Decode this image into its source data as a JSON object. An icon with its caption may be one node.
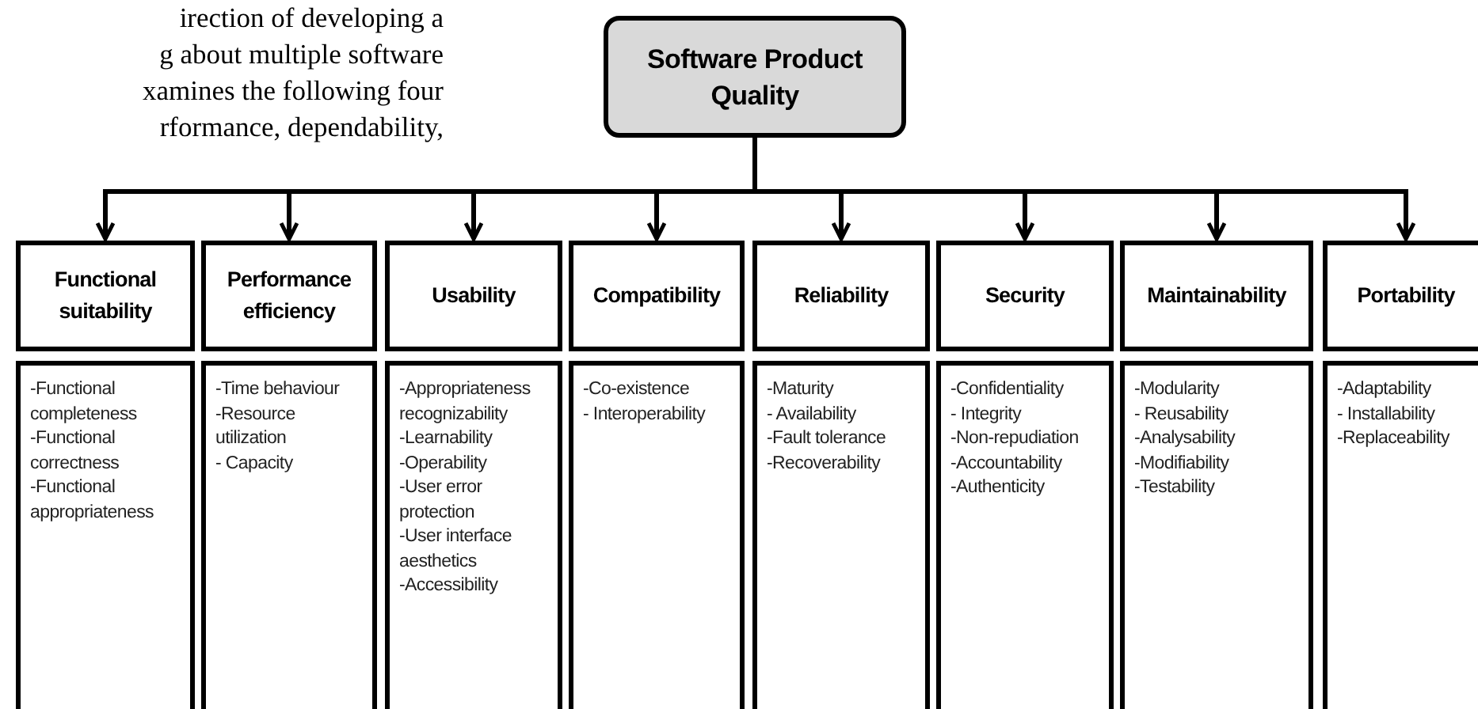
{
  "diagram": {
    "nodes": [
      {
        "text": [
          "Software Product Quality"
        ]
      },
      {
        "text": [
          "Functional suitability"
        ]
      },
      {
        "text": [
          "Performance efficiency"
        ]
      },
      {
        "text": [
          "Usability"
        ]
      },
      {
        "text": [
          "Compatibility"
        ]
      },
      {
        "text": [
          "Reliability"
        ]
      },
      {
        "text": [
          "Security"
        ]
      },
      {
        "text": [
          "Maintainability"
        ]
      },
      {
        "text": [
          "Portability"
        ]
      },
      {
        "text": [
          "-Functional completeness",
          "-Functional correctness",
          "-Functional appropriateness"
        ]
      },
      {
        "text": [
          "-Time behaviour",
          "-Resource utilization",
          "- Capacity"
        ]
      },
      {
        "text": [
          "-Appropriateness recognizability",
          "-Learnability",
          "-Operability",
          "-User error protection",
          "-User interface aesthetics",
          "-Accessibility"
        ]
      },
      {
        "text": [
          "-Co-existence",
          "- Interoperability"
        ]
      },
      {
        "text": [
          "-Maturity",
          "- Availability",
          "-Fault tolerance",
          "-Recoverability"
        ]
      },
      {
        "text": [
          "-Confidentiality",
          "- Integrity",
          "-Non-repudiation",
          "-Accountability",
          "-Authenticity"
        ]
      },
      {
        "text": [
          "-Modularity",
          "- Reusability",
          "-Analysability",
          "-Modifiability",
          "-Testability"
        ]
      },
      {
        "text": [
          "-Adaptability",
          "- Installability",
          "-Replaceability"
        ]
      }
    ],
    "edges": [
      {
        "from": 0,
        "to": 1,
        "arrow": "to"
      },
      {
        "from": 0,
        "to": 2,
        "arrow": "to"
      },
      {
        "from": 0,
        "to": 3,
        "arrow": "to"
      },
      {
        "from": 0,
        "to": 4,
        "arrow": "to"
      },
      {
        "from": 0,
        "to": 5,
        "arrow": "to"
      },
      {
        "from": 0,
        "to": 6,
        "arrow": "to"
      },
      {
        "from": 0,
        "to": 7,
        "arrow": "to"
      },
      {
        "from": 0,
        "to": 8,
        "arrow": "to"
      }
    ],
    "labels": [
      "irection of developing a",
      "g about multiple software",
      "xamines the following four",
      "rformance, dependability,"
    ]
  }
}
